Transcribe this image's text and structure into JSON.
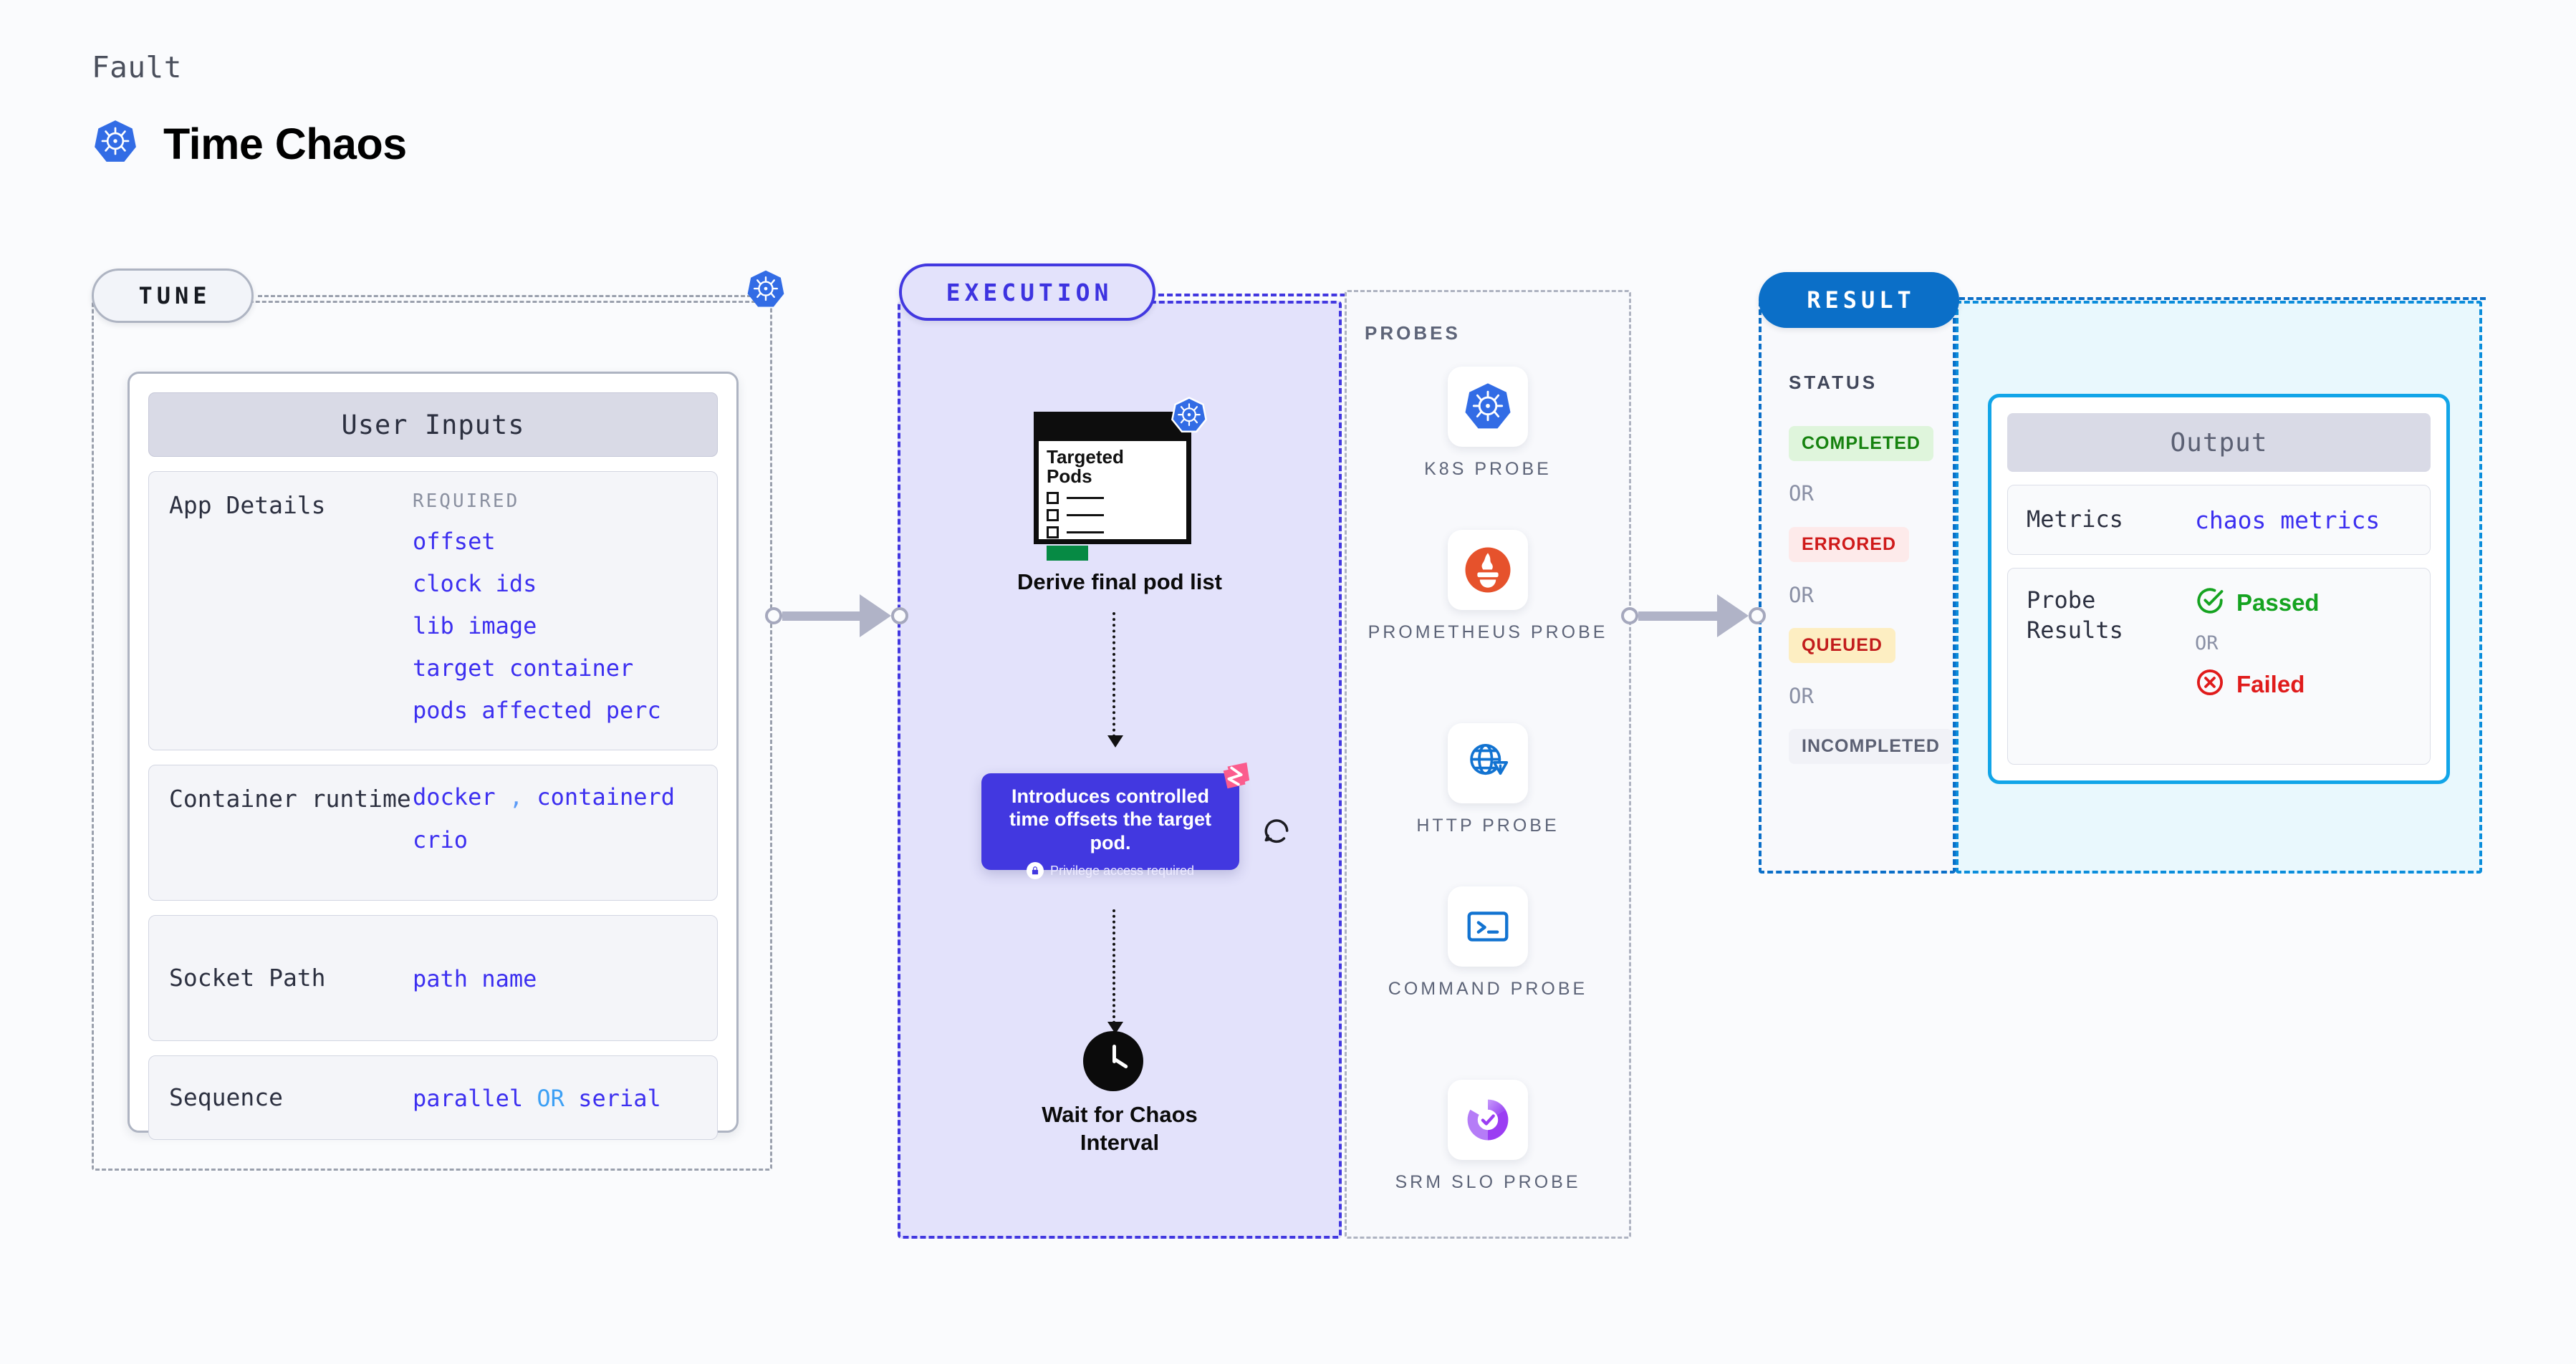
{
  "header": {
    "eyebrow": "Fault",
    "title": "Time Chaos",
    "icon": "kubernetes-icon"
  },
  "tune": {
    "pill_label": "TUNE",
    "edge_icon": "kubernetes-icon",
    "card_header": "User Inputs",
    "rows": [
      {
        "label": "App Details",
        "required_tag": "REQUIRED",
        "values": [
          "offset",
          "clock ids",
          "lib image",
          "target container",
          "pods affected perc"
        ]
      },
      {
        "label": "Container runtime",
        "values": [
          "docker",
          "containerd",
          "crio"
        ],
        "separator": ","
      },
      {
        "label": "Socket Path",
        "values": [
          "path name"
        ]
      },
      {
        "label": "Sequence",
        "values": [
          "parallel",
          "serial"
        ],
        "conjunction": "OR"
      }
    ]
  },
  "execution": {
    "pill_label": "EXECUTION",
    "pods_doc": {
      "title_line1": "Targeted",
      "title_line2": "Pods",
      "badge_icon": "kubernetes-icon"
    },
    "derive_label": "Derive final pod list",
    "fault_tip": {
      "text": "Introduces controlled time offsets the target pod.",
      "privilege_note": "Privilege access required",
      "lock_icon": "lock-icon",
      "brand_icon": "harness-icon"
    },
    "refresh_icon": "refresh-icon",
    "wait_label_line1": "Wait for Chaos",
    "wait_label_line2": "Interval",
    "clock_icon": "clock-icon"
  },
  "probes": {
    "title": "PROBES",
    "items": [
      {
        "name": "K8S PROBE",
        "icon": "kubernetes-icon"
      },
      {
        "name": "PROMETHEUS PROBE",
        "icon": "prometheus-icon"
      },
      {
        "name": "HTTP PROBE",
        "icon": "globe-warning-icon"
      },
      {
        "name": "COMMAND PROBE",
        "icon": "terminal-icon"
      },
      {
        "name": "SRM SLO PROBE",
        "icon": "slo-donut-icon"
      }
    ]
  },
  "result": {
    "pill_label": "RESULT",
    "status_title": "STATUS",
    "or_label": "OR",
    "statuses": [
      {
        "label": "COMPLETED",
        "text_color": "#16820f",
        "bg_color": "#dff5dc"
      },
      {
        "label": "ERRORED",
        "text_color": "#cf1a1a",
        "bg_color": "#fdeaea"
      },
      {
        "label": "QUEUED",
        "text_color": "#c21c1c",
        "bg_color": "#fdeec2"
      },
      {
        "label": "INCOMPLETED",
        "text_color": "#5b6073",
        "bg_color": "#f1f2f7"
      }
    ]
  },
  "output": {
    "header": "Output",
    "metrics_label": "Metrics",
    "metrics_value": "chaos metrics",
    "probe_results_label": "Probe Results",
    "passed_label": "Passed",
    "failed_label": "Failed",
    "or_label": "OR",
    "passed_icon": "check-circle-icon",
    "failed_icon": "x-circle-icon"
  },
  "colors": {
    "accent_purple": "#4238e0",
    "accent_blue": "#0b6fc8",
    "accent_cyan": "#12a5e8",
    "value_purple": "#3c2ff0",
    "k8s_blue": "#326ce5"
  }
}
